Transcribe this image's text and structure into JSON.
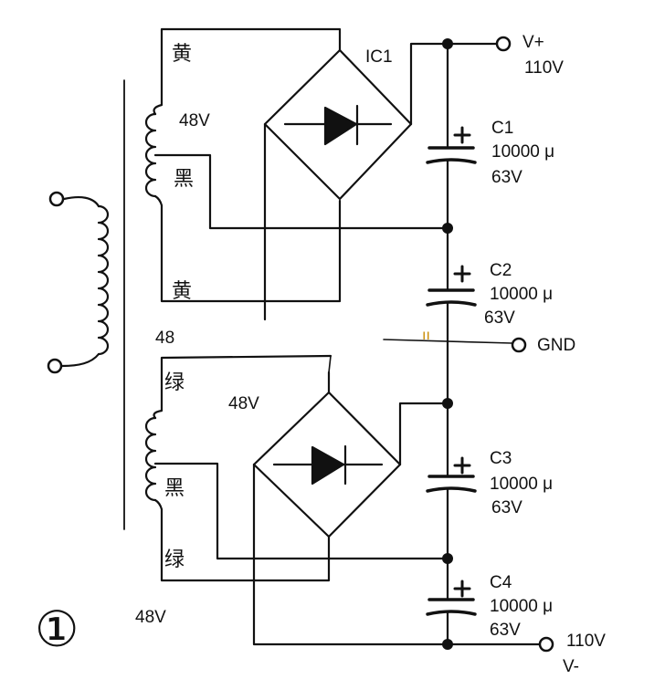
{
  "transformer": {
    "upper_winding": {
      "top_wire": "黄",
      "voltage": "48V",
      "center_tap": "黑",
      "bottom_wire": "黄"
    },
    "lower_winding": {
      "marker": "48",
      "top_wire": "绿",
      "voltage": "48V",
      "center_tap": "黑",
      "bottom_wire": "绿",
      "bottom_voltage": "48V"
    }
  },
  "rectifier": {
    "label": "IC1"
  },
  "capacitors": [
    {
      "name": "C1",
      "capacitance": "10000 μ",
      "rating": "63V"
    },
    {
      "name": "C2",
      "capacitance": "10000 μ",
      "rating": "63V"
    },
    {
      "name": "C3",
      "capacitance": "10000 μ",
      "rating": "63V"
    },
    {
      "name": "C4",
      "capacitance": "10000 μ",
      "rating": "63V"
    }
  ],
  "outputs": {
    "positive": {
      "name": "V+",
      "voltage": "110V"
    },
    "ground": {
      "name": "GND"
    },
    "negative": {
      "name": "V-",
      "voltage": "110V"
    }
  },
  "ground_mark": "ıı",
  "figure_number": "①"
}
